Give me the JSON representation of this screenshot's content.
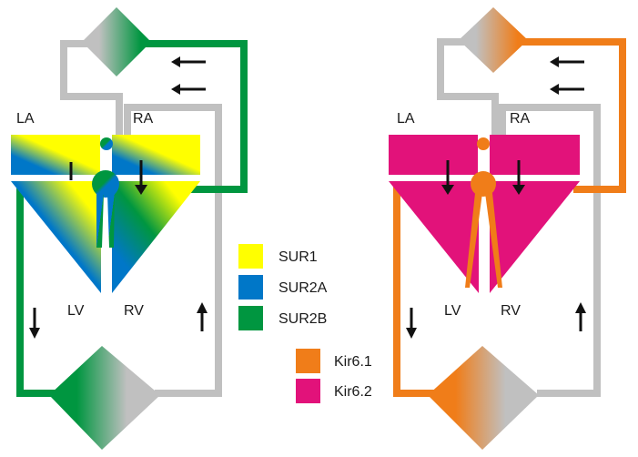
{
  "colors": {
    "sur1": "#ffff00",
    "sur2a": "#0077c8",
    "sur2b": "#009640",
    "kir61": "#f07d19",
    "kir62": "#e2127a",
    "vessel_gray": "#c0c0c0",
    "arrow": "#111111"
  },
  "left_heart": {
    "la": "LA",
    "ra": "RA",
    "lv": "LV",
    "rv": "RV"
  },
  "right_heart": {
    "la": "LA",
    "ra": "RA",
    "lv": "LV",
    "rv": "RV"
  },
  "legend_sur": [
    {
      "label": "SUR1",
      "color_key": "sur1"
    },
    {
      "label": "SUR2A",
      "color_key": "sur2a"
    },
    {
      "label": "SUR2B",
      "color_key": "sur2b"
    }
  ],
  "legend_kir": [
    {
      "label": "Kir6.1",
      "color_key": "kir61"
    },
    {
      "label": "Kir6.2",
      "color_key": "kir62"
    }
  ]
}
